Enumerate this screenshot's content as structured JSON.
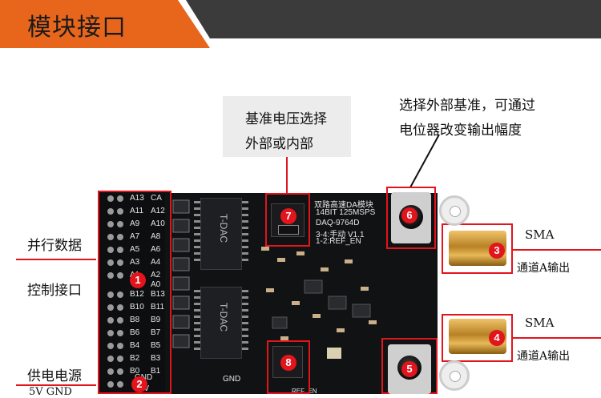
{
  "banner": {
    "title": "模块接口",
    "accent": "#e8661c"
  },
  "labels": {
    "vref_line1": "基准电压选择",
    "vref_line2": "外部或内部",
    "ext_ref_line1": "选择外部基准，可通过",
    "ext_ref_line2": "电位器改变输出幅度",
    "parallel_data": "并行数据",
    "control_port": "控制接口",
    "power": "供电电源",
    "power_sub": "5V GND",
    "sma_top": "SMA",
    "chan_top": "通道A输出",
    "sma_bottom": "SMA",
    "chan_bottom": "通道A输出"
  },
  "badges": [
    "1",
    "2",
    "3",
    "4",
    "5",
    "6",
    "7",
    "8"
  ],
  "board_silk": {
    "title": "双路高速DA模块",
    "spec": "14BIT 125MSPS",
    "part": "DAQ-9764D",
    "ver": "3-4:手动 V1.1",
    "ref_en": "1-2:REF_EN",
    "chip_brand": "T-DAC",
    "pins_left": [
      "A13",
      "A11",
      "A9",
      "A7",
      "A5",
      "A3",
      "A1",
      "B12",
      "B10",
      "B8",
      "B6",
      "B4",
      "B2",
      "B0"
    ],
    "pins_right": [
      "CA",
      "A12",
      "A10",
      "A8",
      "A6",
      "A4",
      "A2",
      "A0",
      "B13",
      "B11",
      "B9",
      "B7",
      "B5",
      "B3",
      "B1"
    ],
    "gnd": "GND",
    "plus5v": "+5V",
    "gnd2": "GND",
    "ref_en2": "REF_EN"
  },
  "colors": {
    "red": "#e2141c",
    "pcb": "#111214",
    "gold": "#c8902c"
  }
}
